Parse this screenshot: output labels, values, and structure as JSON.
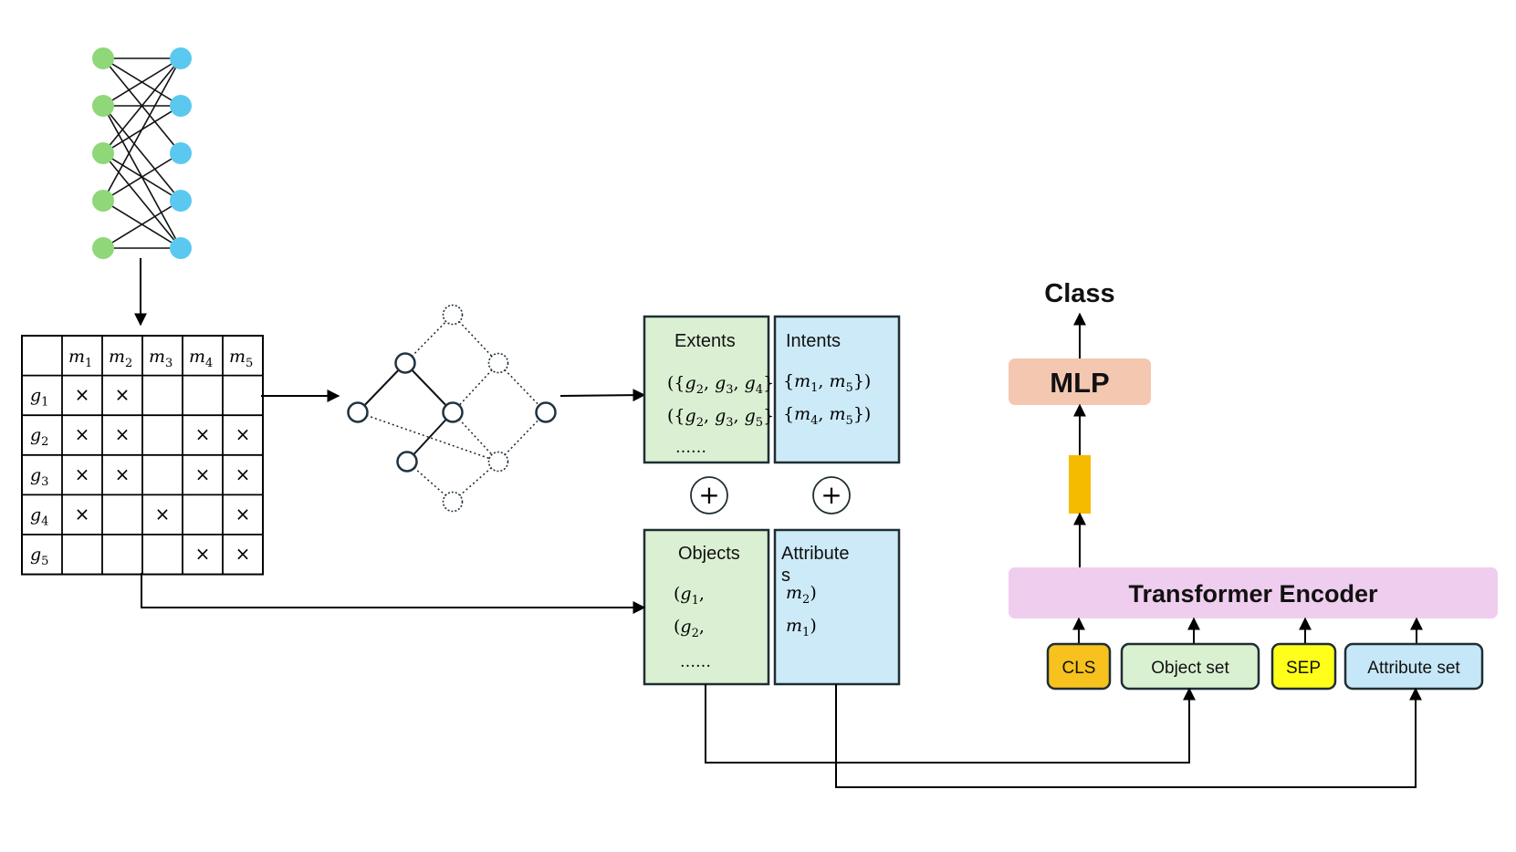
{
  "colors": {
    "object_node": "#8fd779",
    "attribute_node": "#5bc8f0",
    "extent_fill": "#dbf0d3",
    "intent_fill": "#cdeaf8",
    "mlp_fill": "#f4c7b1",
    "encoder_fill": "#efcdee",
    "cls_fill": "#f7c21e",
    "sep_fill": "#ffff1a",
    "object_set_fill": "#daf1d1",
    "attribute_set_fill": "#c6e7f7",
    "vector_fill": "#f5bb00",
    "box_border": "#1f2e33"
  },
  "bipartite": {
    "edges": [
      [
        0,
        0
      ],
      [
        0,
        1
      ],
      [
        0,
        2
      ],
      [
        1,
        0
      ],
      [
        1,
        1
      ],
      [
        1,
        3
      ],
      [
        1,
        4
      ],
      [
        2,
        0
      ],
      [
        2,
        1
      ],
      [
        2,
        3
      ],
      [
        2,
        4
      ],
      [
        3,
        0
      ],
      [
        3,
        2
      ],
      [
        3,
        4
      ],
      [
        4,
        3
      ],
      [
        4,
        4
      ]
    ]
  },
  "context_table": {
    "columns": [
      {
        "base": "m",
        "sub": "1"
      },
      {
        "base": "m",
        "sub": "2"
      },
      {
        "base": "m",
        "sub": "3"
      },
      {
        "base": "m",
        "sub": "4"
      },
      {
        "base": "m",
        "sub": "5"
      }
    ],
    "rows": [
      {
        "base": "g",
        "sub": "1",
        "cells": [
          "×",
          "×",
          "",
          "",
          ""
        ]
      },
      {
        "base": "g",
        "sub": "2",
        "cells": [
          "×",
          "×",
          "",
          "×",
          "×"
        ]
      },
      {
        "base": "g",
        "sub": "3",
        "cells": [
          "×",
          "×",
          "",
          "×",
          "×"
        ]
      },
      {
        "base": "g",
        "sub": "4",
        "cells": [
          "×",
          "",
          "×",
          "",
          "×"
        ]
      },
      {
        "base": "g",
        "sub": "5",
        "cells": [
          "",
          "",
          "",
          "×",
          "×"
        ]
      }
    ]
  },
  "boxes": {
    "extents": {
      "title": "Extents",
      "lines": [
        [
          {
            "t": "({"
          },
          {
            "t": "g",
            "s": "2"
          },
          {
            "t": ", "
          },
          {
            "t": "g",
            "s": "3"
          },
          {
            "t": ", "
          },
          {
            "t": "g",
            "s": "4"
          },
          {
            "t": "},"
          }
        ],
        [
          {
            "t": "({"
          },
          {
            "t": "g",
            "s": "2"
          },
          {
            "t": ", "
          },
          {
            "t": "g",
            "s": "3"
          },
          {
            "t": ", "
          },
          {
            "t": "g",
            "s": "5"
          },
          {
            "t": "},"
          }
        ]
      ],
      "ellipsis": "……"
    },
    "intents": {
      "title": "Intents",
      "lines": [
        [
          {
            "t": "{"
          },
          {
            "t": "m",
            "s": "1"
          },
          {
            "t": ", "
          },
          {
            "t": "m",
            "s": "5"
          },
          {
            "t": "})"
          }
        ],
        [
          {
            "t": "{"
          },
          {
            "t": "m",
            "s": "4"
          },
          {
            "t": ", "
          },
          {
            "t": "m",
            "s": "5"
          },
          {
            "t": "})"
          }
        ]
      ]
    },
    "objects": {
      "title": "Objects",
      "lines": [
        [
          {
            "t": "("
          },
          {
            "t": "g",
            "s": "1"
          },
          {
            "t": ","
          }
        ],
        [
          {
            "t": "("
          },
          {
            "t": "g",
            "s": "2"
          },
          {
            "t": ","
          }
        ]
      ],
      "ellipsis": "……"
    },
    "attributes": {
      "title_line1": "Attribute",
      "title_line2": "s",
      "lines": [
        [
          {
            "t": "m",
            "s": "2"
          },
          {
            "t": ")"
          }
        ],
        [
          {
            "t": "m",
            "s": "1"
          },
          {
            "t": ")"
          }
        ]
      ]
    }
  },
  "plus_symbol": "+",
  "model": {
    "class_label": "Class",
    "mlp_label": "MLP",
    "encoder_label": "Transformer Encoder",
    "tokens": {
      "cls": "CLS",
      "object_set": "Object set",
      "sep": "SEP",
      "attribute_set": "Attribute set"
    }
  }
}
